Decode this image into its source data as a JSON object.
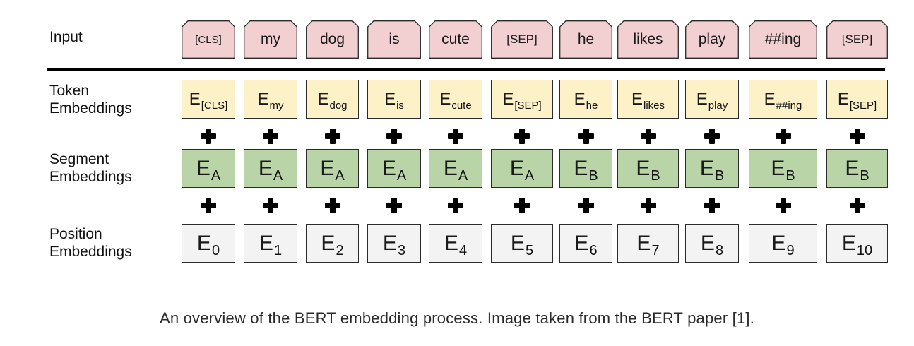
{
  "labels": {
    "input": "Input",
    "token": [
      "Token",
      "Embeddings"
    ],
    "segment": [
      "Segment",
      "Embeddings"
    ],
    "position": [
      "Position",
      "Embeddings"
    ]
  },
  "columns": [
    {
      "input": "[CLS]",
      "token_sub": "[CLS]",
      "segment_sub": "A",
      "position_sub": "0"
    },
    {
      "input": "my",
      "token_sub": "my",
      "segment_sub": "A",
      "position_sub": "1"
    },
    {
      "input": "dog",
      "token_sub": "dog",
      "segment_sub": "A",
      "position_sub": "2"
    },
    {
      "input": "is",
      "token_sub": "is",
      "segment_sub": "A",
      "position_sub": "3"
    },
    {
      "input": "cute",
      "token_sub": "cute",
      "segment_sub": "A",
      "position_sub": "4"
    },
    {
      "input": "[SEP]",
      "token_sub": "[SEP]",
      "segment_sub": "A",
      "position_sub": "5"
    },
    {
      "input": "he",
      "token_sub": "he",
      "segment_sub": "B",
      "position_sub": "6"
    },
    {
      "input": "likes",
      "token_sub": "likes",
      "segment_sub": "B",
      "position_sub": "7"
    },
    {
      "input": "play",
      "token_sub": "play",
      "segment_sub": "B",
      "position_sub": "8"
    },
    {
      "input": "##ing",
      "token_sub": "##ing",
      "segment_sub": "B",
      "position_sub": "9"
    },
    {
      "input": "[SEP]",
      "token_sub": "[SEP]",
      "segment_sub": "B",
      "position_sub": "10"
    }
  ],
  "embedding_symbol": "E",
  "colors": {
    "input_fill": "#f2cfd1",
    "token_fill": "#fdf1c7",
    "segment_fill": "#b9d5a8",
    "position_fill": "#f3f3f3"
  },
  "caption": "An overview of the BERT embedding process. Image taken from the BERT paper [1]."
}
